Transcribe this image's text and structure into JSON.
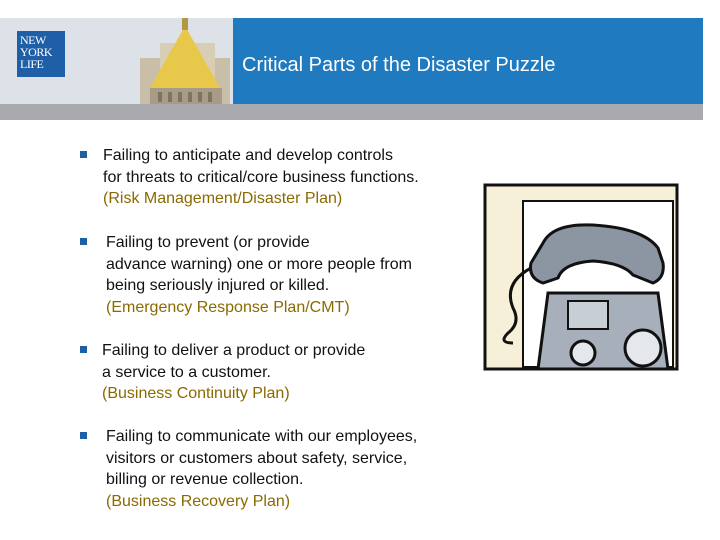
{
  "header": {
    "logo_lines": [
      "NEW",
      "YORK",
      "LIFE"
    ],
    "title": "Critical Parts of the Disaster Puzzle"
  },
  "bullets": [
    {
      "lines": [
        "Failing to anticipate and develop controls",
        "for threats to critical/core business functions."
      ],
      "plan": "(Risk Management/Disaster Plan)"
    },
    {
      "lines": [
        "Failing to prevent (or provide",
        "advance warning) one or more people from",
        "being seriously injured or killed."
      ],
      "plan": "(Emergency Response Plan/CMT)"
    },
    {
      "lines": [
        "Failing to deliver a product or provide",
        "a service to a customer."
      ],
      "plan": "(Business Continuity Plan)"
    },
    {
      "lines": [
        "Failing to communicate with our employees,",
        "visitors or customers about safety, service,",
        "billing or revenue collection."
      ],
      "plan": "(Business Recovery Plan)"
    }
  ],
  "colors": {
    "title_bar": "#1f7ac0",
    "plan_text": "#8a6a00",
    "bullet": "#1f5fa8"
  },
  "icons": {
    "clipart": "telephone-icon"
  }
}
